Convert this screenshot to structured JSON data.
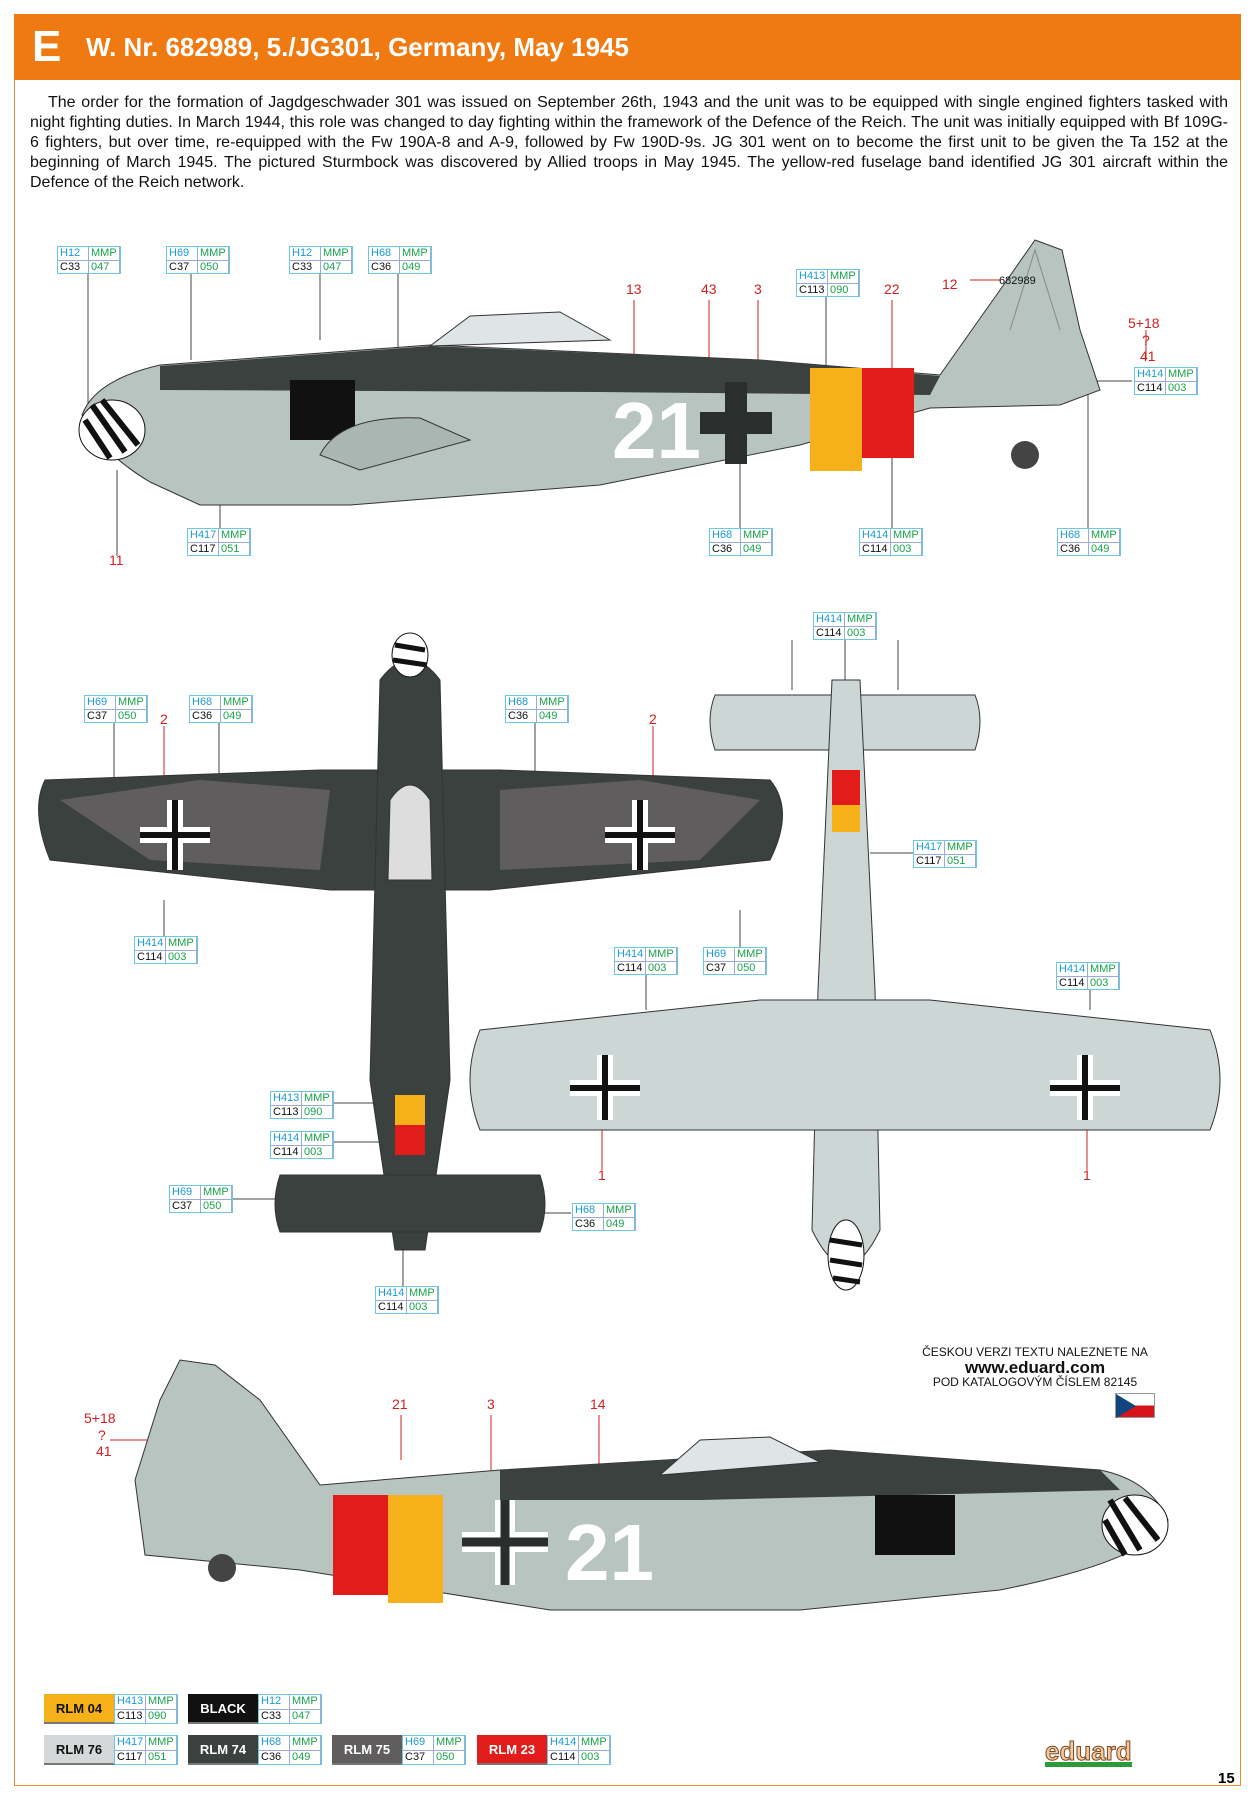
{
  "header": {
    "letter": "E",
    "title": "W. Nr. 682989, 5./JG301, Germany, May 1945"
  },
  "intro": "The order for the formation of Jagdgeschwader 301 was issued on September 26th, 1943 and the unit was to be equipped with single engined fighters tasked with night fighting duties. In March 1944, this role was changed to day fighting within the framework of the Defence of the Reich. The unit was initially equipped with Bf 109G-6 fighters, but over time, re-equipped with the Fw 190A-8 and A-9, followed by Fw 190D-9s. JG 301 went on to become the first unit to be given the Ta 152 at the beginning of March 1945. The pictured Sturmbock was discovered by Allied troops in May 1945. The yellow-red fuselage band identified JG 301 aircraft within the Defence of the Reich network.",
  "mmp": "MMP",
  "paints": {
    "rlm04": {
      "h": "H413",
      "c": "C113",
      "n": "090",
      "label": "RLM 04",
      "color": "#f5b01a"
    },
    "black": {
      "h": "H12",
      "c": "C33",
      "n": "047",
      "label": "BLACK",
      "color": "#111111"
    },
    "rlm76": {
      "h": "H417",
      "c": "C117",
      "n": "051",
      "label": "RLM 76",
      "color": "#d4d8d8"
    },
    "rlm74": {
      "h": "H68",
      "c": "C36",
      "n": "049",
      "label": "RLM 74",
      "color": "#3b413f"
    },
    "rlm75": {
      "h": "H69",
      "c": "C37",
      "n": "050",
      "label": "RLM 75",
      "color": "#5f5d5e"
    },
    "rlm23": {
      "h": "H414",
      "c": "C114",
      "n": "003",
      "label": "RLM 23",
      "color": "#e21b1b"
    }
  },
  "markers": {
    "m13": "13",
    "m43": "43",
    "m3": "3",
    "m22": "22",
    "m12": "12",
    "m518": "5+18",
    "mq": "?",
    "m41": "41",
    "m11": "11",
    "m2": "2",
    "m1": "1",
    "m21": "21",
    "m14": "14",
    "serial": "682989",
    "code": "21"
  },
  "czech": {
    "line1": "ČESKOU VERZI TEXTU NALEZNETE NA",
    "url": "www.eduard.com",
    "line2": "POD KATALOGOVÝM ČÍSLEM 82145"
  },
  "logo": "eduard",
  "page_number": "15"
}
